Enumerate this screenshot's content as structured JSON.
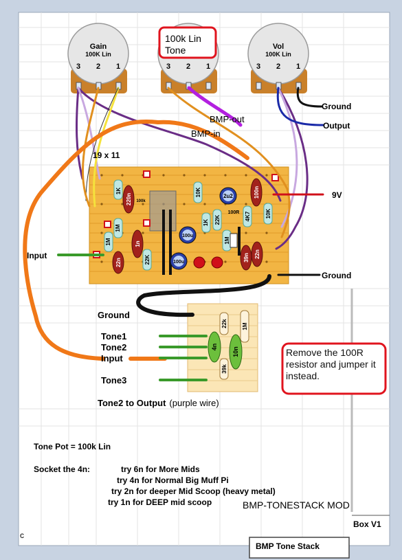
{
  "pots": [
    {
      "title": "Gain",
      "value": "100K Lin",
      "pins": [
        "3",
        "2",
        "1"
      ]
    },
    {
      "title": "",
      "value": "",
      "pins": [
        "3",
        "2",
        "1"
      ]
    },
    {
      "title": "Vol",
      "value": "100K Lin",
      "pins": [
        "3",
        "2",
        "1"
      ]
    }
  ],
  "tone_callout": {
    "line1": "100k Lin",
    "line2": "Tone"
  },
  "labels": {
    "ground_top": "Ground",
    "output": "Output",
    "bmp_out": "BMP-out",
    "bmp_in": "BMP-in",
    "board_size": "19 x 11",
    "v9": "9V",
    "input_main": "Input",
    "ground_right": "Ground",
    "ground_tone": "Ground",
    "tone1": "Tone1",
    "tone2": "Tone2",
    "input_tone": "Input",
    "tone3": "Tone3",
    "tone2_output_bold": "Tone2 to Output",
    "tone2_output_note": "(purple wire)",
    "tone_pot": "Tone Pot = 100k Lin",
    "socket": "Socket the 4n:",
    "try6": "try 6n for More Mids",
    "try4": "try 4n for Normal Big Muff Pi",
    "try2": "try 2n for deeper Mid Scoop (heavy metal)",
    "try1": "try 1n for DEEP mid scoop",
    "mod_name": "BMP-TONESTACK MOD",
    "box": "Box V1",
    "bottom_cut": "BMP Tone Stack",
    "left_c": "c"
  },
  "note_box": {
    "text": "Remove the 100R resistor and jumper it instead."
  },
  "components": {
    "r1k_a": "1K",
    "c220n": "220n",
    "r100k_small": "100k",
    "r10k": "10K",
    "c2u2": "2u2",
    "c100n": "100n",
    "r1m_a": "1M",
    "r1m_b": "1M",
    "c1n": "1n",
    "r22k_a": "22K",
    "c100u_a": "100u",
    "c100u_b": "100u",
    "r1k_b": "1K",
    "r22k_b": "22K",
    "r1m_c": "1M",
    "r100r": "100R",
    "r4k7": "4K7",
    "r10k_b": "10K",
    "c39n": "39n",
    "c22n_a": "22n",
    "c22n_b": "22n",
    "rt22k": "22k",
    "rt1m": "1M",
    "ct4n": "4n",
    "ct10n": "10n",
    "rt39k": "39k"
  }
}
